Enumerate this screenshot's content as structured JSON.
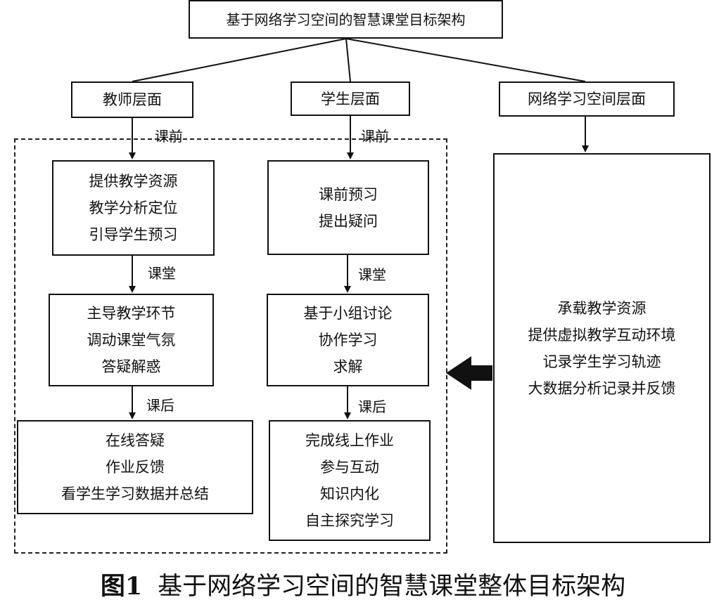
{
  "root": {
    "title": "基于网络学习空间的智慧课堂目标架构"
  },
  "levels": {
    "teacher": "教师层面",
    "student": "学生层面",
    "network": "网络学习空间层面"
  },
  "teacher": {
    "before_label": "课前",
    "before_lines": [
      "提供教学资源",
      "教学分析定位",
      "引导学生预习"
    ],
    "class_label": "课堂",
    "class_lines": [
      "主导教学环节",
      "调动课堂气氛",
      "答疑解惑"
    ],
    "after_label": "课后",
    "after_lines": [
      "在线答疑",
      "作业反馈",
      "看学生学习数据并总结"
    ]
  },
  "student": {
    "before_label": "课前",
    "before_lines": [
      "课前预习",
      "提出疑问"
    ],
    "class_label": "课堂",
    "class_lines": [
      "基于小组讨论",
      "协作学习",
      "求解"
    ],
    "after_label": "课后",
    "after_lines": [
      "完成线上作业",
      "参与互动",
      "知识内化",
      "自主探究学习"
    ]
  },
  "network": {
    "lines": [
      "承载教学资源",
      "提供虚拟教学互动环境",
      "记录学生学习轨迹",
      "大数据分析记录并反馈"
    ]
  },
  "caption": {
    "figure_no": "图1",
    "text": "基于网络学习空间的智慧课堂整体目标架构"
  }
}
